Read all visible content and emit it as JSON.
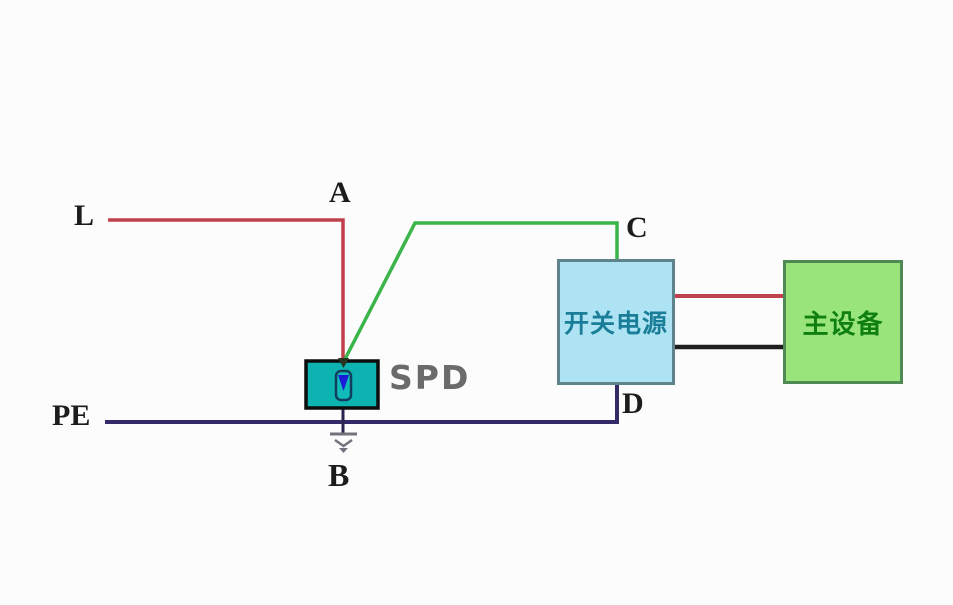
{
  "diagram": {
    "labels": {
      "l": "L",
      "pe": "PE",
      "a": "A",
      "b": "B",
      "c": "C",
      "d": "D",
      "spd": "SPD"
    },
    "boxes": {
      "power_supply_label": "开关电源",
      "main_device_label": "主设备"
    },
    "colors": {
      "background": "#fcfcfc",
      "red_wire": "#c0404c",
      "green_wire": "#3bb44a",
      "pe_wire": "#332b69",
      "black_wire": "#1f1f1f",
      "spd_stem_wire": "#2a2550",
      "ground_symbol": "#73737d",
      "spd_box_fill": "#0db3b1",
      "spd_box_border": "#0d0d0d",
      "spd_element_fill": "#0fbcb8",
      "spd_element_border": "#123f5e",
      "spd_arrow": "#1b1bd8",
      "junction_mark": "#27331f",
      "power_supply_fill": "#aee3f3",
      "power_supply_border": "#5f838b",
      "power_supply_text": "#1a7e98",
      "main_device_fill": "#99e57b",
      "main_device_border": "#4f8a55",
      "main_device_text": "#0f7f12",
      "label_text": "#1c1c1c",
      "spd_label_text": "#6b6b6b"
    }
  }
}
